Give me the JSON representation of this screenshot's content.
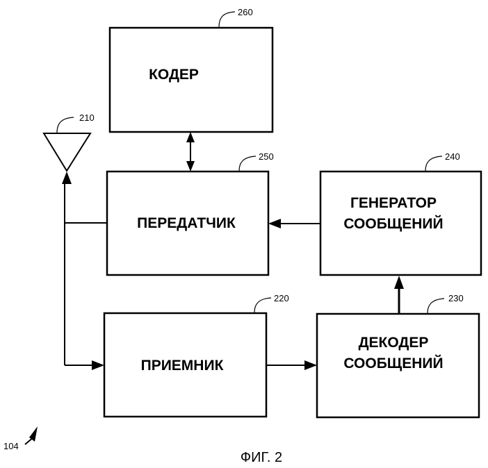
{
  "figure": {
    "caption": "ФИГ. 2",
    "figure_ref": "104"
  },
  "blocks": {
    "coder": {
      "label": "КОДЕР",
      "ref": "260"
    },
    "transmitter": {
      "label": "ПЕРЕДАТЧИК",
      "ref": "250"
    },
    "message_generator": {
      "label_line1": "ГЕНЕРАТОР",
      "label_line2": "СООБЩЕНИЙ",
      "ref": "240"
    },
    "receiver": {
      "label": "ПРИЕМНИК",
      "ref": "220"
    },
    "message_decoder": {
      "label_line1": "ДЕКОДЕР",
      "label_line2": "СООБЩЕНИЙ",
      "ref": "230"
    },
    "antenna": {
      "ref": "210"
    }
  },
  "connections": [
    {
      "from": "coder",
      "to": "transmitter",
      "direction": "bidirectional"
    },
    {
      "from": "message_generator",
      "to": "transmitter",
      "direction": "one-way"
    },
    {
      "from": "message_decoder",
      "to": "message_generator",
      "direction": "one-way"
    },
    {
      "from": "receiver",
      "to": "message_decoder",
      "direction": "one-way"
    },
    {
      "from": "antenna",
      "to": "receiver",
      "direction": "one-way"
    },
    {
      "from": "transmitter",
      "to": "antenna",
      "direction": "one-way"
    }
  ]
}
